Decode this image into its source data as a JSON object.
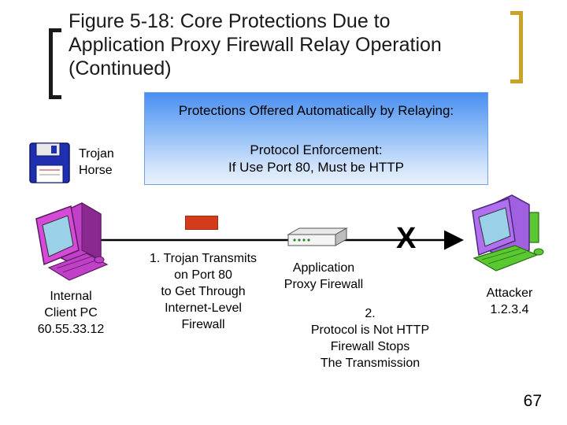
{
  "title": {
    "line1": "Figure 5-18: Core Protections Due to",
    "line2": "Application Proxy Firewall Relay Operation",
    "line3": "(Continued)"
  },
  "protections": {
    "header": "Protections Offered Automatically by Relaying:",
    "line1": "Protocol Enforcement:",
    "line2": "If Use Port 80, Must be HTTP"
  },
  "trojan": {
    "line1": "Trojan",
    "line2": "Horse"
  },
  "client": {
    "line1": "Internal",
    "line2": "Client PC",
    "line3": "60.55.33.12"
  },
  "step1": {
    "line1": "1. Trojan Transmits",
    "line2": "on Port 80",
    "line3": "to Get Through",
    "line4": "Internet-Level",
    "line5": "Firewall"
  },
  "firewall": {
    "line1": "Application",
    "line2": "Proxy Firewall"
  },
  "step2": {
    "line1": "2.",
    "line2": "Protocol is Not HTTP",
    "line3": "Firewall Stops",
    "line4": "The Transmission"
  },
  "blocked_mark": "X",
  "attacker": {
    "line1": "Attacker",
    "line2": "1.2.3.4"
  },
  "page_number": "67",
  "colors": {
    "box_top": "#4a8ff0",
    "packet": "#d33b1a",
    "client_pc": "#c040c8",
    "attacker_pc": "#a060e0",
    "bracket_right": "#c9a227"
  }
}
